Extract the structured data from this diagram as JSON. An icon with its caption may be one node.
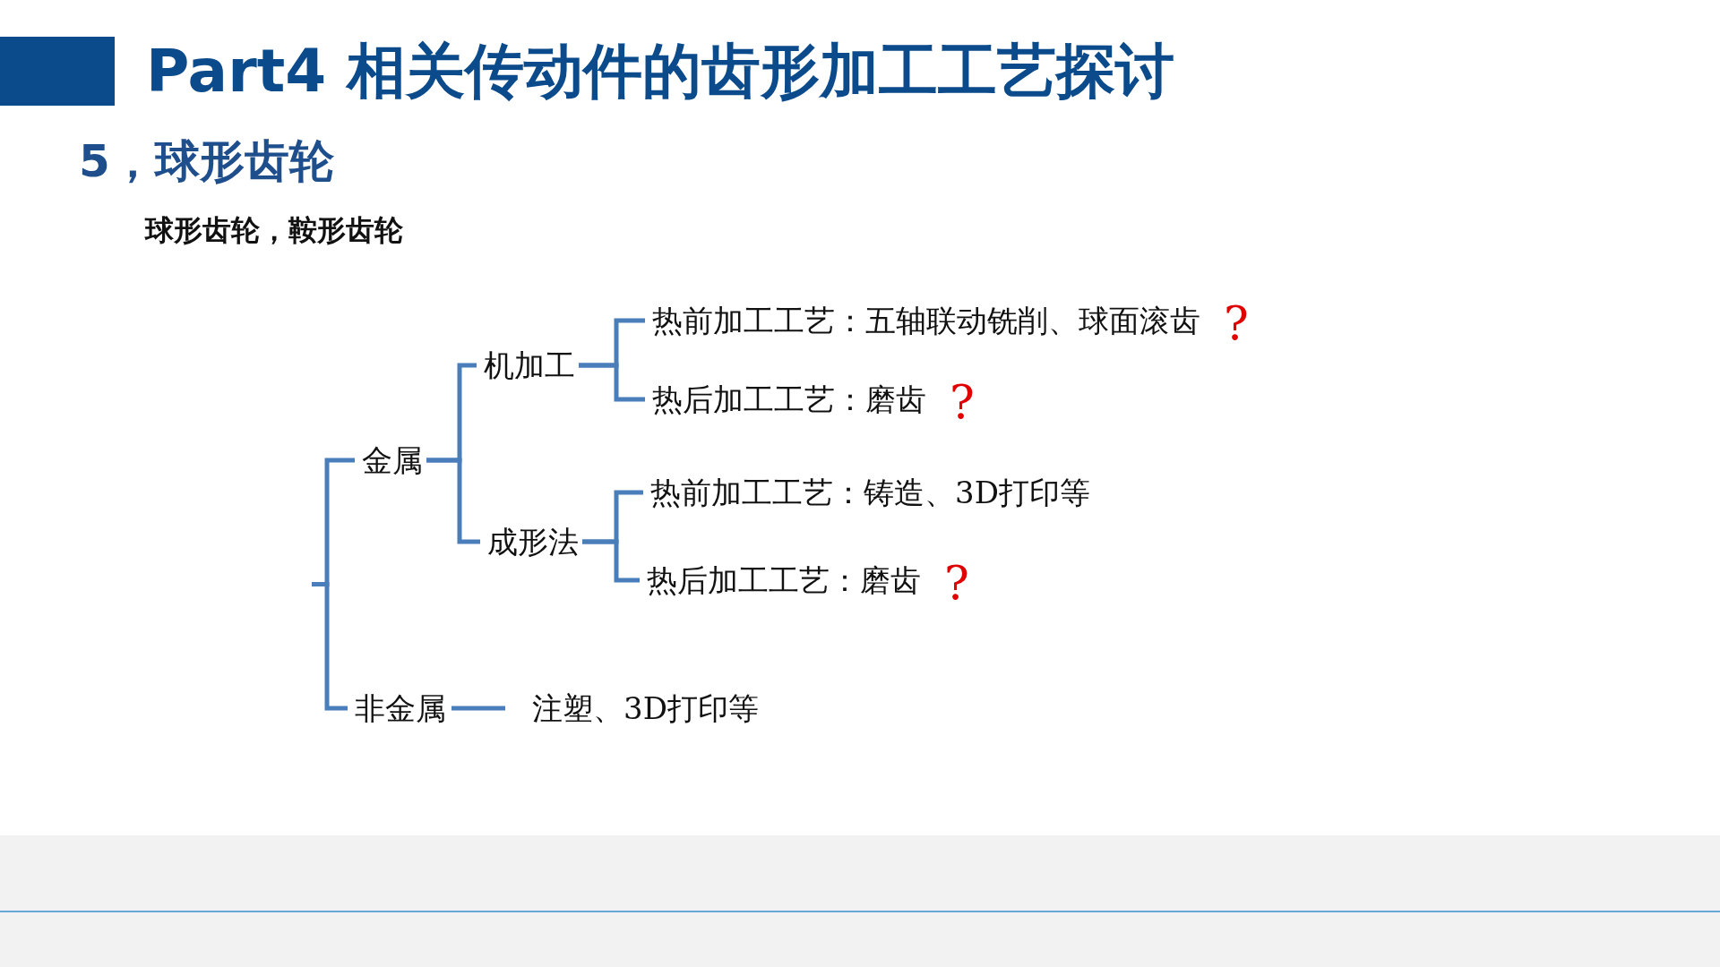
{
  "diagram": {
    "title": "Part4 相关传动件的齿形加工工艺探讨",
    "nodes": [
      {
        "text": [
          "金属"
        ]
      },
      {
        "text": [
          "机加工"
        ]
      },
      {
        "text": [
          "热前加工工艺：五轴联动铣削、球面滚齿"
        ],
        "beside": [
          "?"
        ]
      },
      {
        "text": [
          "热后加工工艺：磨齿"
        ],
        "beside": [
          "?"
        ]
      },
      {
        "text": [
          "成形法"
        ]
      },
      {
        "text": [
          "热前加工工艺：铸造、3D打印等"
        ]
      },
      {
        "text": [
          "热后加工工艺：磨齿"
        ],
        "beside": [
          "?"
        ]
      },
      {
        "text": [
          "非金属"
        ]
      },
      {
        "text": [
          "注塑、3D打印等"
        ]
      }
    ],
    "edges": [
      {
        "from": null,
        "to": 0,
        "arrow": "none"
      },
      {
        "from": null,
        "to": 7,
        "arrow": "none"
      },
      {
        "from": 0,
        "to": 1,
        "arrow": "none"
      },
      {
        "from": 0,
        "to": 4,
        "arrow": "none"
      },
      {
        "from": 1,
        "to": 2,
        "arrow": "none"
      },
      {
        "from": 1,
        "to": 3,
        "arrow": "none"
      },
      {
        "from": 4,
        "to": 5,
        "arrow": "none"
      },
      {
        "from": 4,
        "to": 6,
        "arrow": "none"
      },
      {
        "from": 7,
        "to": 8,
        "arrow": "none"
      }
    ],
    "labels": [
      "5，球形齿轮",
      "球形齿轮，鞍形齿轮"
    ]
  }
}
